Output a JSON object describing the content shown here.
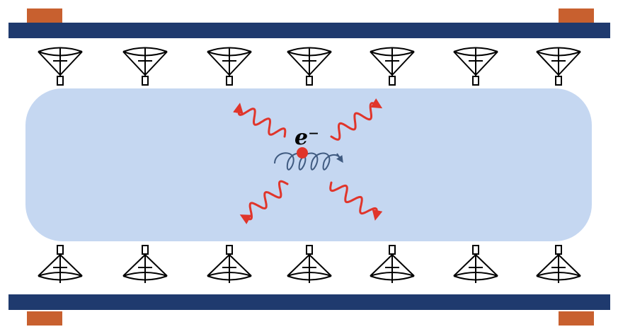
{
  "electron_label": "e⁻",
  "colors": {
    "rail": "#1f3a6e",
    "pad": "#c8602f",
    "trap_region": "#c5d7f1",
    "electron": "#e0352b",
    "photon": "#e0352b",
    "cyclotron_orbit": "#3f5a80",
    "antenna": "#000000"
  },
  "antennas": {
    "top_count": 7,
    "bottom_count": 7
  },
  "photons": {
    "count": 4
  }
}
